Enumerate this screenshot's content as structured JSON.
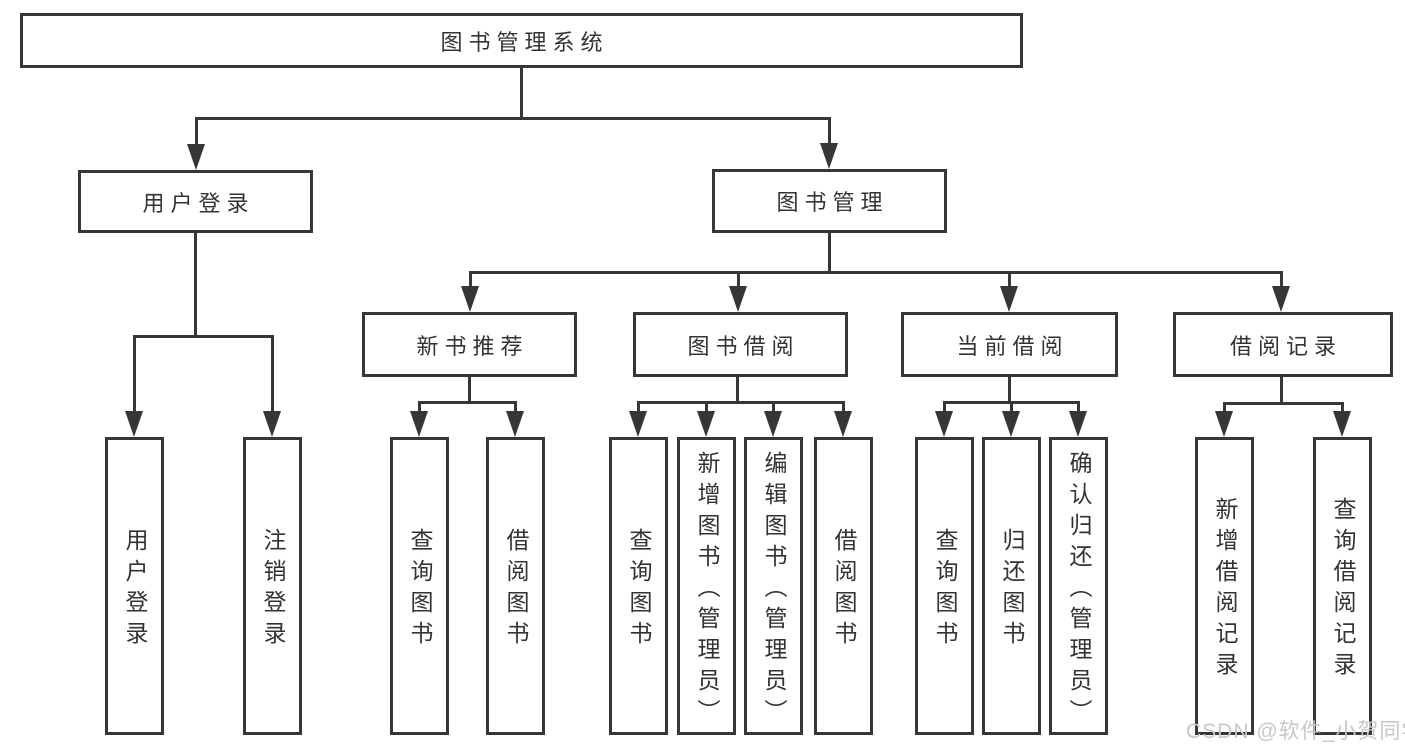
{
  "nodes": {
    "root": {
      "label": "图书管理系统"
    },
    "user_login": {
      "label": "用户登录"
    },
    "book_mgmt": {
      "label": "图书管理"
    },
    "new_books": {
      "label": "新书推荐"
    },
    "book_borrow": {
      "label": "图书借阅"
    },
    "current_borrow": {
      "label": "当前借阅"
    },
    "borrow_records": {
      "label": "借阅记录"
    },
    "ul_user_login": {
      "label": "用户登录"
    },
    "ul_logout": {
      "label": "注销登录"
    },
    "nb_search_book": {
      "label": "查询图书"
    },
    "nb_borrow_book": {
      "label": "借阅图书"
    },
    "bb_search_book": {
      "label": "查询图书"
    },
    "bb_add_book": {
      "label": "新增图书（管理员）"
    },
    "bb_edit_book": {
      "label": "编辑图书（管理员）"
    },
    "bb_borrow_book": {
      "label": "借阅图书"
    },
    "cb_search_book": {
      "label": "查询图书"
    },
    "cb_return_book": {
      "label": "归还图书"
    },
    "cb_confirm_return": {
      "label": "确认归还（管理员）"
    },
    "br_add_record": {
      "label": "新增借阅记录"
    },
    "br_search_record": {
      "label": "查询借阅记录"
    }
  },
  "watermark": "CSDN @软件_小贺同学",
  "colors": {
    "line": "#363636",
    "text": "#333333",
    "watermark": "#c7c7c7",
    "background": "#ffffff"
  }
}
